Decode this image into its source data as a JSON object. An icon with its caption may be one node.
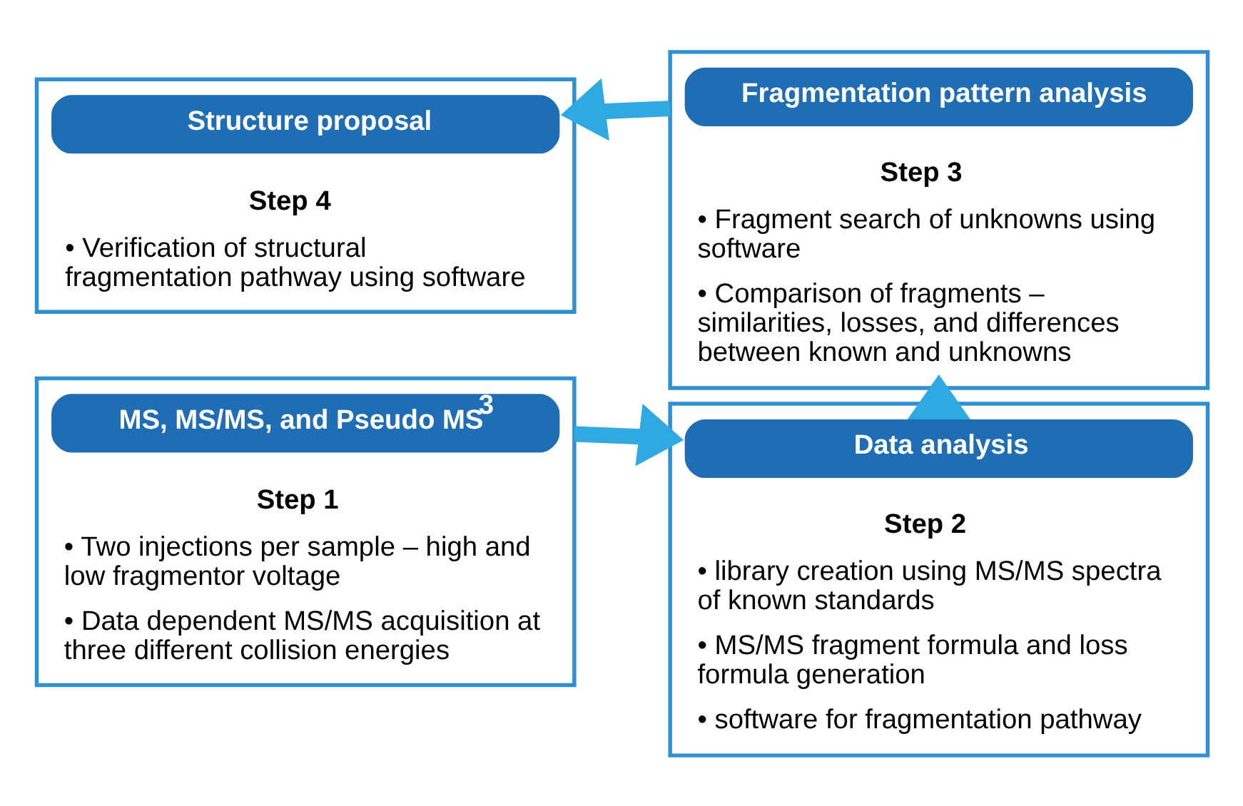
{
  "diagram": {
    "nodes": [
      {
        "text": [
          "Step 1",
          "• Two injections per sample – high and low fragmentor voltage",
          "• Data dependent MS/MS acquisition at three different collision energies"
        ]
      },
      {
        "text": [
          "MS, MS/MS, and Pseudo MS$^{3}$"
        ],
        "in": 0
      },
      {
        "text": [
          "Step 2",
          "• library creation using MS/MS spectra of known standards",
          "• MS/MS fragment formula and loss formula generation",
          "• software for fragmentation pathway"
        ]
      },
      {
        "text": [
          "Data analysis"
        ],
        "in": 2
      },
      {
        "text": [
          "Step 3",
          "• Fragment search of unknowns using software",
          "• Comparison of fragments – similarities, losses, and differences between known and unknowns"
        ]
      },
      {
        "text": [
          "Fragmentation pattern analysis"
        ],
        "in": 4
      },
      {
        "text": [
          "Step 4",
          "• Verification of structural fragmentation pathway using software"
        ]
      },
      {
        "text": [
          "Structure proposal"
        ],
        "in": 6
      }
    ],
    "edges": [
      {
        "from": 0,
        "to": 2,
        "arrow": "to"
      },
      {
        "from": 2,
        "to": 4,
        "arrow": "to"
      },
      {
        "from": 4,
        "to": 6,
        "arrow": "to"
      }
    ]
  }
}
